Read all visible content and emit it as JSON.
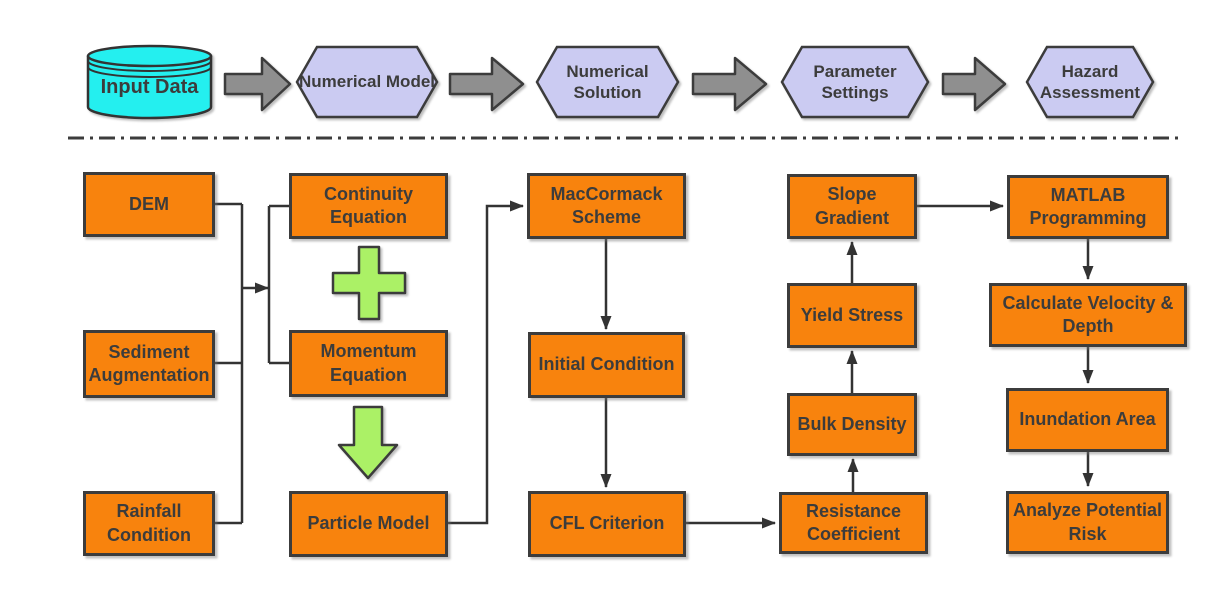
{
  "colors": {
    "box_orange": "#F8830D",
    "cylinder_cyan": "#24EFEF",
    "hexagon_lavender": "#CBCBF2",
    "arrow_gray": "#8F8F8F",
    "operator_green": "#ABF166",
    "text_dark": "#3C3C3C",
    "line_dark": "#333333"
  },
  "icons": {
    "input_shape": "database-cylinder-icon",
    "flow_connector": "right-block-arrow-icon",
    "combine_operator": "plus-icon",
    "derive_operator": "down-arrow-icon"
  },
  "top_flow": {
    "input_label": "Input Data",
    "stages": [
      {
        "label": "Numerical Model"
      },
      {
        "label": "Numerical Solution"
      },
      {
        "label": "Parameter Settings"
      },
      {
        "label": "Hazard Assessment"
      }
    ]
  },
  "flowchart": {
    "input_boxes": [
      {
        "label": "DEM"
      },
      {
        "label": "Sediment Augmentation"
      },
      {
        "label": "Rainfall Condition"
      }
    ],
    "model_boxes": [
      {
        "label": "Continuity Equation"
      },
      {
        "label": "Momentum Equation"
      },
      {
        "label": "Particle Model"
      }
    ],
    "solution_boxes": [
      {
        "label": "MacCormack Scheme"
      },
      {
        "label": "Initial Condition"
      },
      {
        "label": "CFL Criterion"
      }
    ],
    "parameter_boxes": [
      {
        "label": "Slope Gradient"
      },
      {
        "label": "Yield Stress"
      },
      {
        "label": "Bulk Density"
      },
      {
        "label": "Resistance Coefficient"
      }
    ],
    "assessment_boxes": [
      {
        "label": "MATLAB Programming"
      },
      {
        "label": "Calculate Velocity & Depth"
      },
      {
        "label": "Inundation Area"
      },
      {
        "label": "Analyze Potential Risk"
      }
    ]
  }
}
